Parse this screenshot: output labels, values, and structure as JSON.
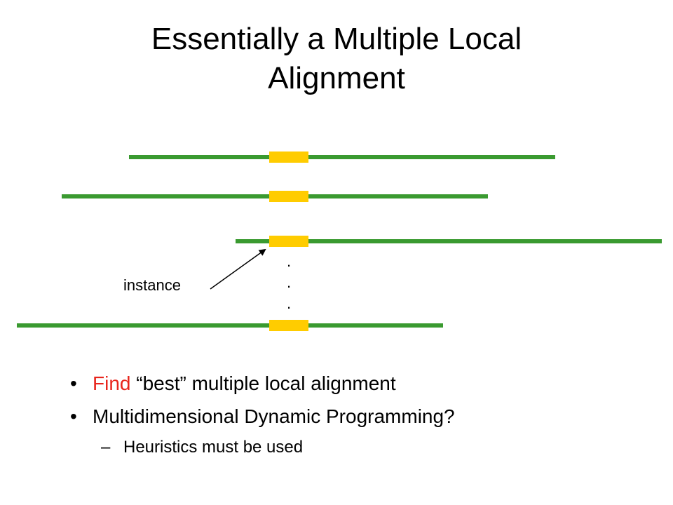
{
  "title": {
    "line1": "Essentially a Multiple Local",
    "line2": "Alignment"
  },
  "diagram": {
    "instance_label": "instance",
    "dots": ".",
    "colors": {
      "sequence": "#3a9a30",
      "motif": "#ffcc00",
      "arrow": "#000000"
    }
  },
  "bullets": {
    "item1": {
      "dot": "•",
      "emph": "Find",
      "rest": " “best” multiple local alignment",
      "emph_color": "#e8251c"
    },
    "item2": {
      "dot": "•",
      "text": "Multidimensional Dynamic Programming?"
    },
    "sub1": {
      "dash": "–",
      "text": "Heuristics must be used"
    }
  }
}
